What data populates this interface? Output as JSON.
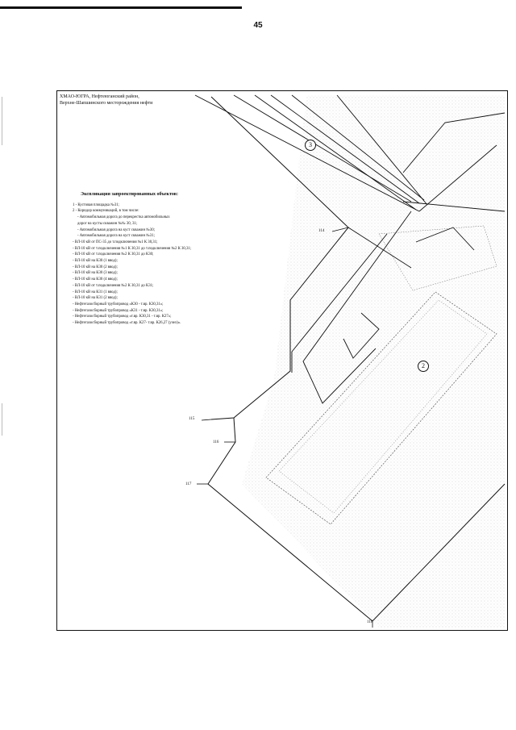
{
  "page_number": "45",
  "header": {
    "line1": "ХМАО-ЮГРА, Нефтеюганский район,",
    "line2": "Верхне-Шапшинского месторождения нефти"
  },
  "legend": {
    "title": "Экспликация запроектированных объектов:",
    "items": [
      {
        "text": "1 - Кустовая площадка №31;",
        "sub": false
      },
      {
        "text": "2 - Коридор коммуникаций, в том числе:",
        "sub": false
      },
      {
        "text": "- Автомобильная дорога до перекрестка автомобильных",
        "sub": true
      },
      {
        "text": "дорог на кусты скважин №№ 30, 31;",
        "sub": true
      },
      {
        "text": "- Автомобильная дорога на куст скважин №30;",
        "sub": true
      },
      {
        "text": "- Автомобильная дорога на куст скважин №31;",
        "sub": true
      },
      {
        "text": "- ВЛ-10 кВ от ПС-35 до т.подключения №1 К 30,31;",
        "sub": false
      },
      {
        "text": "- ВЛ-10 кВ от т.подключения №1 К 30,31 до т.подключения №2 К 30,31;",
        "sub": false
      },
      {
        "text": "- ВЛ-10 кВ от т.подключения №2 К 30,31 до К30;",
        "sub": false
      },
      {
        "text": "- ВЛ-10 кВ на К30 (1 ввод);",
        "sub": false
      },
      {
        "text": "- ВЛ-10 кВ на К30 (2 ввод);",
        "sub": false
      },
      {
        "text": "- ВЛ-10 кВ на К30 (3 ввод);",
        "sub": false
      },
      {
        "text": "- ВЛ-10 кВ на К30 (4 ввод);",
        "sub": false
      },
      {
        "text": "- ВЛ-10 кВ от т.подключения №2 К 30,31 до К31;",
        "sub": false
      },
      {
        "text": "- ВЛ-10 кВ на К31 (1 ввод);",
        "sub": false
      },
      {
        "text": "- ВЛ-10 кВ на К31 (2 ввод);",
        "sub": false
      },
      {
        "text": "- Нефтегазосборный трубопровод «К30 - т.вр. К30,31»;",
        "sub": false
      },
      {
        "text": "- Нефтегазосборный трубопровод «К31 - т.вр. К30,31»;",
        "sub": false
      },
      {
        "text": "- Нефтегазосборный трубопровод «т.вр. К30,31 - т.вр. К27»;",
        "sub": false
      },
      {
        "text": "- Нефтегазосборный трубопровод «т.вр. К27- т.вр. К26,27 (узел)».",
        "sub": false
      }
    ]
  },
  "points": [
    {
      "label": "114"
    },
    {
      "label": "115"
    },
    {
      "label": "116"
    },
    {
      "label": "117"
    },
    {
      "label": "118"
    }
  ],
  "circle_labels": [
    "3",
    "2"
  ]
}
